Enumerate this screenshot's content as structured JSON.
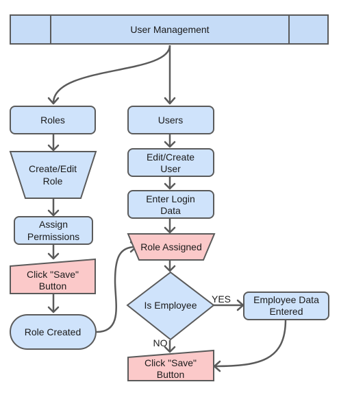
{
  "nodes": {
    "user_management": "User Management",
    "roles": "Roles",
    "users": "Users",
    "create_edit_role": [
      "Create/Edit",
      "Role"
    ],
    "assign_permissions": [
      "Assign",
      "Permissions"
    ],
    "click_save_left": [
      "Click \"Save\"",
      "Button"
    ],
    "role_created": "Role Created",
    "edit_create_user": [
      "Edit/Create",
      "User"
    ],
    "enter_login_data": [
      "Enter Login",
      "Data"
    ],
    "role_assigned": "Role Assigned",
    "is_employee": "Is Employee",
    "employee_data_entered": [
      "Employee Data",
      "Entered"
    ],
    "click_save_bottom": [
      "Click \"Save\"",
      "Button"
    ]
  },
  "edge_labels": {
    "yes": "YES",
    "no": "NO"
  },
  "colors": {
    "process": "#cfe3fb",
    "action": "#fbc9c9",
    "stroke": "#5a5a5a"
  }
}
